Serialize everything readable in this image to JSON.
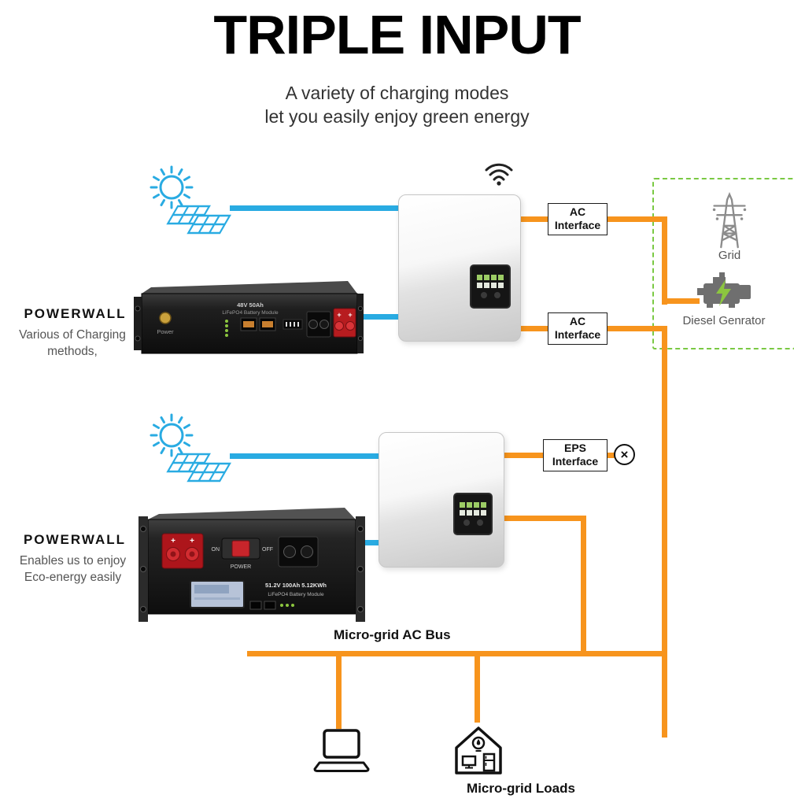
{
  "title": "TRIPLE INPUT",
  "subtitle": {
    "line1": "A variety of charging modes",
    "line2": "let you easily enjoy green energy"
  },
  "interfaces": {
    "ac1": {
      "line1": "AC",
      "line2": "Interface"
    },
    "ac2": {
      "line1": "AC",
      "line2": "Interface"
    },
    "eps": {
      "line1": "EPS",
      "line2": "Interface"
    }
  },
  "grid": {
    "label": "Grid"
  },
  "diesel": {
    "label": "Diesel Genrator"
  },
  "powerwall1": {
    "title": "POWERWALL",
    "desc1": "Various of Charging",
    "desc2": "methods,"
  },
  "powerwall2": {
    "title": "POWERWALL",
    "desc1": "Enables us to enjoy",
    "desc2": "Eco-energy easily"
  },
  "bus": {
    "label": "Micro-grid AC Bus"
  },
  "loads": {
    "label": "Micro-grid Loads"
  },
  "battery1": {
    "power_label": "Power",
    "model_line1": "48V 50Ah",
    "model_line2": "LiFePO4 Battery Module"
  },
  "battery2": {
    "on_label": "ON",
    "off_label": "OFF",
    "power_label": "POWER",
    "model_line1": "51.2V 100Ah 5.12KWh",
    "model_line2": "LiFePO4 Battery Module"
  },
  "symbols": {
    "plus": "+",
    "x_mark": "×"
  },
  "colors": {
    "line_blue": "#29ABE2",
    "line_orange": "#F7941D",
    "dashed_green": "#7AC943",
    "bolt_green": "#8CC63F"
  },
  "icons": {
    "sun_solar": "sun-and-solar-panel-icon",
    "wifi": "wifi-signal-icon",
    "grid_tower": "transmission-tower-icon",
    "diesel_engine": "engine-with-bolt-icon",
    "x_circle": "disconnect-x-icon",
    "laptop": "laptop-icon",
    "house_loads": "house-with-appliances-icon"
  }
}
